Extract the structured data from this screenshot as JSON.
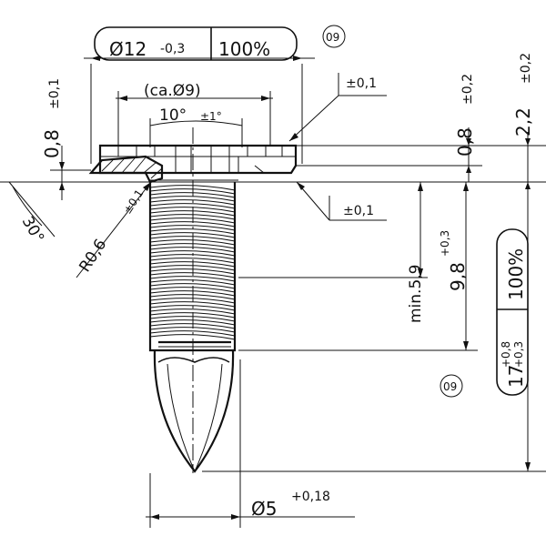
{
  "dimensions": {
    "head_dia": "Ø12",
    "head_dia_tol": "-0,3",
    "head_dia_check": "100%",
    "inner_dia": "(ca.Ø9)",
    "angle": "10°",
    "angle_tol": "±1°",
    "tol_top": "±0,1",
    "tol_bottom": "±0,1",
    "flange_thk": "0,8",
    "flange_thk_tol": "±0,1",
    "chamfer": "30°",
    "radius": "R0,6",
    "radius_tol": "±0,1",
    "head_thk": "0,8",
    "head_thk_tol": "±0,2",
    "total_head": "2,2",
    "total_head_tol": "±0,2",
    "min_thread": "min.5,9",
    "shank": "9,8",
    "shank_tol": "+0,3",
    "overall": "17",
    "overall_tol_upper": "+0,8",
    "overall_tol_lower": "+0,3",
    "overall_check": "100%",
    "shank_dia": "Ø5",
    "shank_dia_tol": "+0,18"
  },
  "markers": {
    "top": "09",
    "right": "09"
  }
}
